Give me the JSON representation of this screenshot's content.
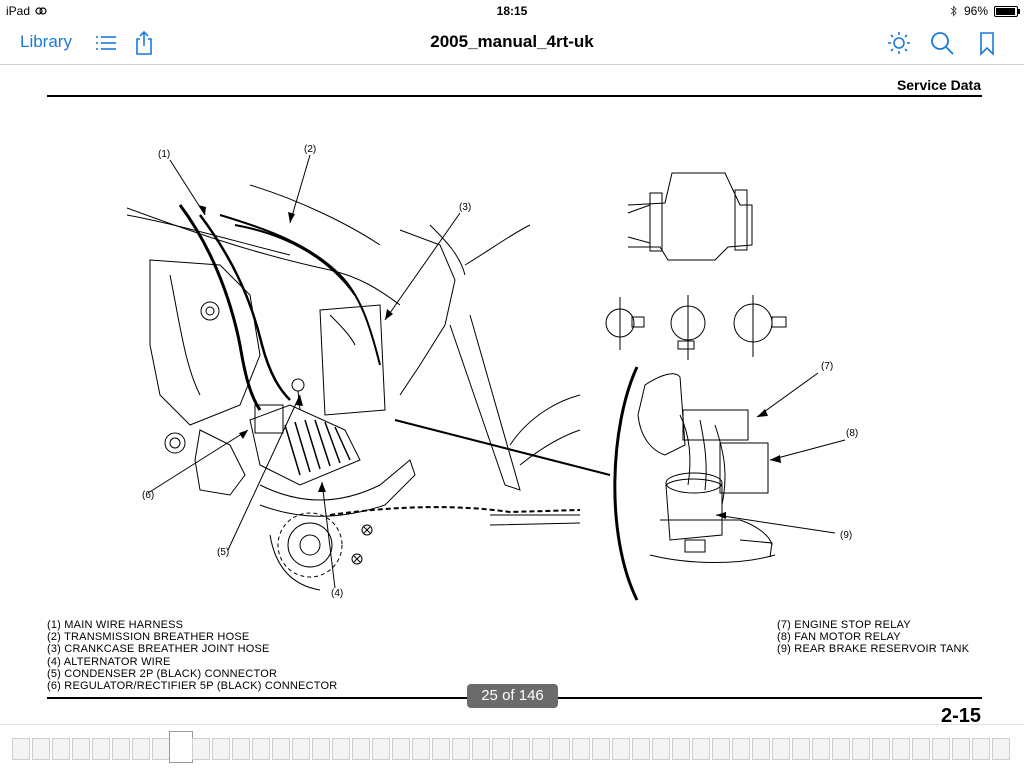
{
  "status_bar": {
    "device": "iPad",
    "time": "18:15",
    "battery": "96%",
    "battery_level": 0.96
  },
  "toolbar": {
    "library_label": "Library",
    "title": "2005_manual_4rt-uk",
    "icons": [
      "list-icon",
      "share-icon",
      "brightness-icon",
      "search-icon",
      "bookmark-icon"
    ]
  },
  "page": {
    "section": "Service Data",
    "page_number": "2-15",
    "callouts": [
      "(1)",
      "(2)",
      "(3)",
      "(4)",
      "(5)",
      "(6)",
      "(7)",
      "(8)",
      "(9)"
    ],
    "legend_left": [
      "(1)  MAIN WIRE HARNESS",
      "(2)  TRANSMISSION BREATHER HOSE",
      "(3)  CRANKCASE BREATHER JOINT HOSE",
      "(4)  ALTERNATOR WIRE",
      "(5)  CONDENSER 2P (BLACK) CONNECTOR",
      "(6)  REGULATOR/RECTIFIER 5P (BLACK) CONNECTOR"
    ],
    "legend_right": [
      "(7)  ENGINE STOP RELAY",
      "(8)  FAN MOTOR RELAY",
      "(9)  REAR BRAKE RESERVOIR TANK"
    ]
  },
  "page_counter": "25 of 146",
  "accent_color": "#1a7ad9"
}
